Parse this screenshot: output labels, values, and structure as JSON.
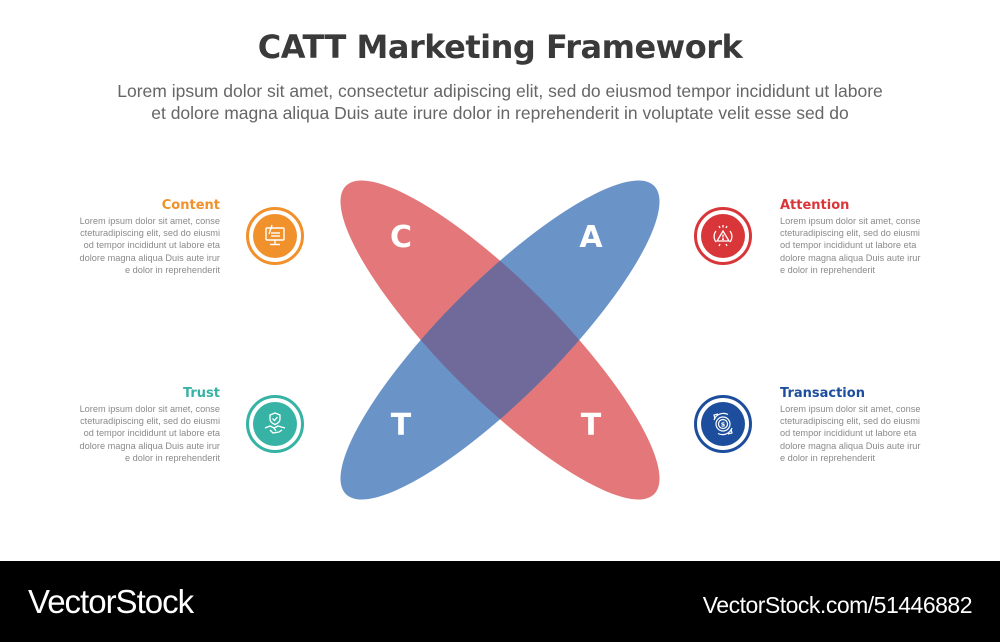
{
  "header": {
    "title": "CATT Marketing Framework",
    "subtitle_line1": "Lorem ipsum dolor sit amet, consectetur adipiscing elit, sed do eiusmod tempor incididunt ut labore",
    "subtitle_line2": "et dolore magna aliqua Duis aute irure dolor in reprehenderit in voluptate velit esse sed do"
  },
  "items": [
    {
      "key": "content",
      "title": "Content",
      "color": "#F0912B",
      "icon": "computer-edit-icon",
      "letter": "C",
      "lines": [
        "Lorem ipsum dolor sit amet, conse",
        "cteturadipiscing elit, sed do eiusmi",
        "od tempor incididunt ut labore eta",
        "dolore magna aliqua Duis aute irur",
        "e dolor in reprehenderit"
      ]
    },
    {
      "key": "attention",
      "title": "Attention",
      "color": "#D9363A",
      "icon": "warning-alert-icon",
      "letter": "A",
      "lines": [
        "Lorem ipsum dolor sit amet, conse",
        "cteturadipiscing elit, sed do eiusmi",
        "od tempor incididunt ut labore eta",
        "dolore magna aliqua Duis aute irur",
        "e dolor in reprehenderit"
      ]
    },
    {
      "key": "trust",
      "title": "Trust",
      "color": "#36B3A4",
      "icon": "handshake-shield-icon",
      "letter": "T",
      "lines": [
        "Lorem ipsum dolor sit amet, conse",
        "cteturadipiscing elit, sed do eiusmi",
        "od tempor incididunt ut labore eta",
        "dolore magna aliqua Duis aute irur",
        "e dolor in reprehenderit"
      ]
    },
    {
      "key": "transaction",
      "title": "Transaction",
      "color": "#1D4E9E",
      "icon": "dollar-exchange-icon",
      "letter": "T",
      "lines": [
        "Lorem ipsum dolor sit amet, conse",
        "cteturadipiscing elit, sed do eiusmi",
        "od tempor incididunt ut labore eta",
        "dolore magna aliqua Duis aute irur",
        "e dolor in reprehenderit"
      ]
    }
  ],
  "diagram": {
    "ellipse_red": "#E37779",
    "ellipse_blue": "#6A93C8",
    "overlap": "#6F6A99",
    "letters": [
      "C",
      "A",
      "T",
      "T"
    ]
  },
  "footer": {
    "brand": "VectorStock",
    "link": "VectorStock.com/51446882"
  }
}
